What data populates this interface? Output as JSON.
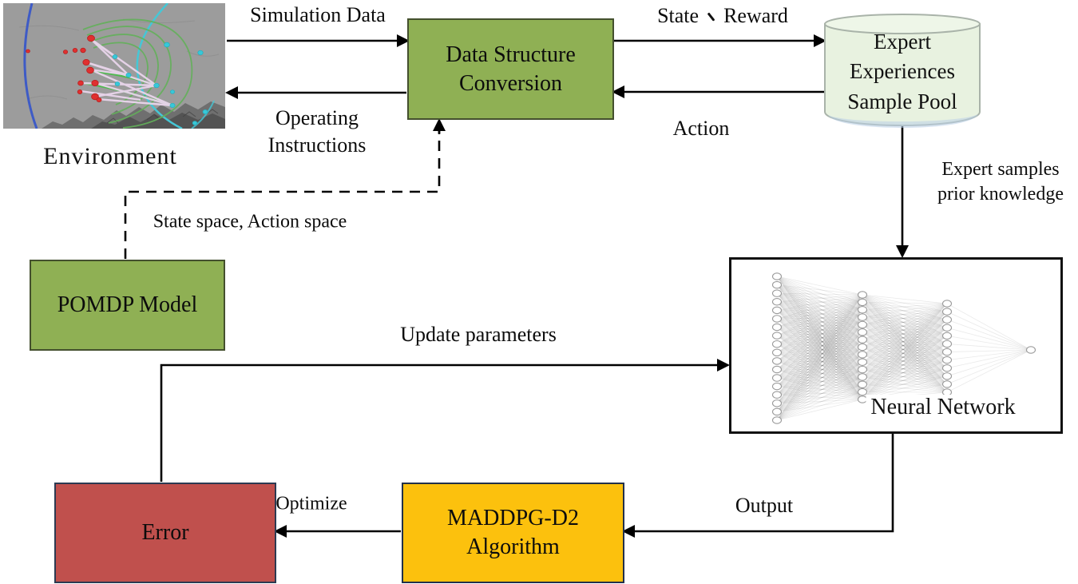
{
  "figure": {
    "type": "flow-diagram",
    "title": "MADDPG-D2 training architecture diagram"
  },
  "nodes": {
    "environment": {
      "label": "Environment"
    },
    "data_structure_conversion": {
      "line1": "Data Structure",
      "line2": "Conversion",
      "fill": "#8fb054"
    },
    "expert_pool": {
      "line1": "Expert",
      "line2": "Experiences",
      "line3": "Sample Pool",
      "fill": "#e8f2e0"
    },
    "pomdp": {
      "label": "POMDP Model",
      "fill": "#8fb054"
    },
    "neural_network": {
      "label": "Neural Network",
      "fill": "#ffffff",
      "layers": [
        18,
        15,
        12,
        1
      ]
    },
    "maddpg": {
      "line1": "MADDPG-D2",
      "line2": "Algorithm",
      "fill": "#fcc10d"
    },
    "error": {
      "label": "Error",
      "fill": "#c0504d"
    }
  },
  "edge_labels": {
    "simulation_data": "Simulation Data",
    "state_reward": "State 、 Reward",
    "state_reward_left": "State",
    "state_reward_right": "Reward",
    "operating_instructions_line1": "Operating",
    "operating_instructions_line2": "Instructions",
    "action": "Action",
    "expert_samples_line1": "Expert samples",
    "expert_samples_line2": "prior knowledge",
    "state_action_space": "State space, Action space",
    "update_parameters": "Update parameters",
    "output": "Output",
    "optimize": "Optimize"
  },
  "colors": {
    "green_box": "#8fb054",
    "cylinder_fill": "#e8f2e0",
    "yellow_box": "#fcc10d",
    "red_box": "#c0504d",
    "line": "#000000"
  }
}
